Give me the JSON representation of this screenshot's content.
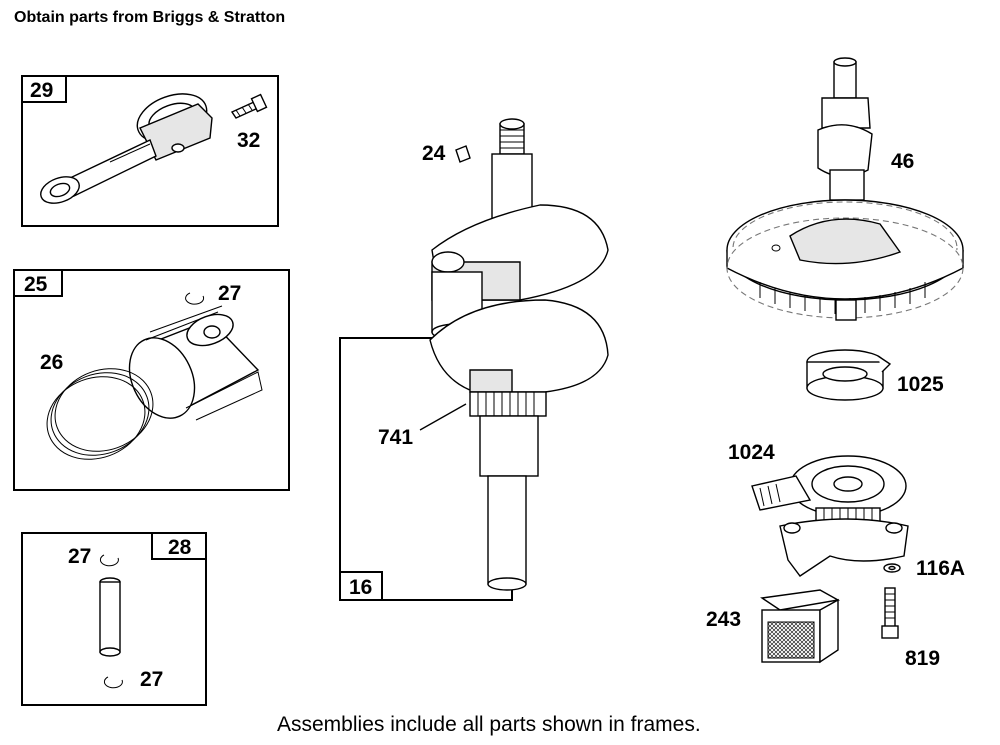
{
  "header": {
    "text": "Obtain parts from Briggs & Stratton"
  },
  "footer": {
    "text": "Assemblies include all parts shown in frames."
  },
  "frames": {
    "f29": "29",
    "f25": "25",
    "f28": "28",
    "f16": "16"
  },
  "callouts": {
    "c32": "32",
    "c27a": "27",
    "c26": "26",
    "c27b": "27",
    "c27c": "27",
    "c24": "24",
    "c741": "741",
    "c46": "46",
    "c1025": "1025",
    "c1024": "1024",
    "c116a": "116A",
    "c243": "243",
    "c819": "819"
  },
  "icons": [
    "connecting-rod-icon",
    "rod-bolt-icon",
    "piston-icon",
    "piston-rings-icon",
    "retaining-clip-icon",
    "piston-pin-icon",
    "crankshaft-icon",
    "key-icon",
    "camshaft-gear-icon",
    "governor-cup-icon",
    "oil-pump-icon",
    "oil-screen-icon",
    "washer-icon",
    "pump-screw-icon"
  ]
}
